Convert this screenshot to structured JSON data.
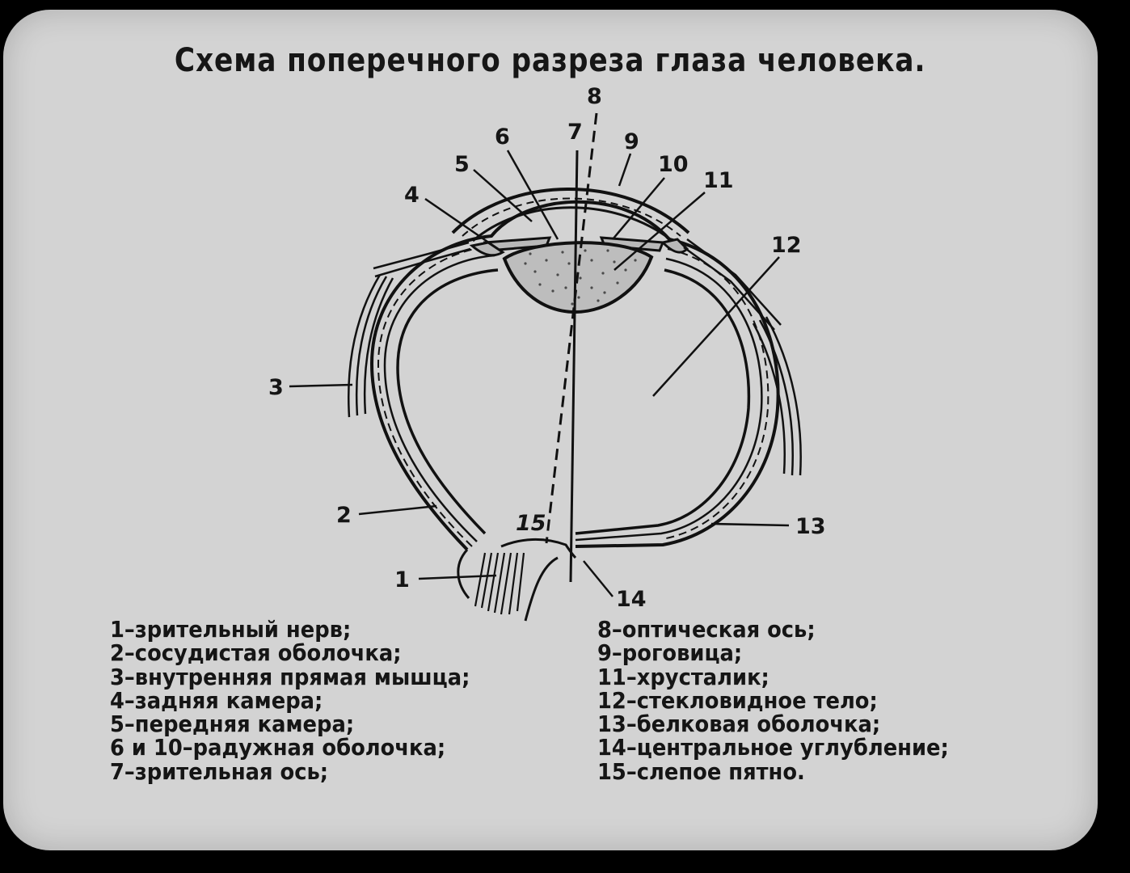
{
  "title": "Схема поперечного разреза глаза человека.",
  "callouts": {
    "n1": "1",
    "n2": "2",
    "n3": "3",
    "n4": "4",
    "n5": "5",
    "n6": "6",
    "n7": "7",
    "n8": "8",
    "n9": "9",
    "n10": "10",
    "n11": "11",
    "n12": "12",
    "n13": "13",
    "n14": "14",
    "n15": "15"
  },
  "legend": {
    "left": [
      "1–зрительный нерв;",
      "2–сосудистая оболочка;",
      "3–внутренняя прямая мышца;",
      "4–задняя камера;",
      "5–передняя камера;",
      "6 и 10–радужная оболочка;",
      "7–зрительная ось;"
    ],
    "right": [
      "8–оптическая ось;",
      "9–роговица;",
      "11–хрусталик;",
      "12–стекловидное тело;",
      "13–белковая оболочка;",
      "14–центральное углубление;",
      "15–слепое пятно."
    ]
  }
}
